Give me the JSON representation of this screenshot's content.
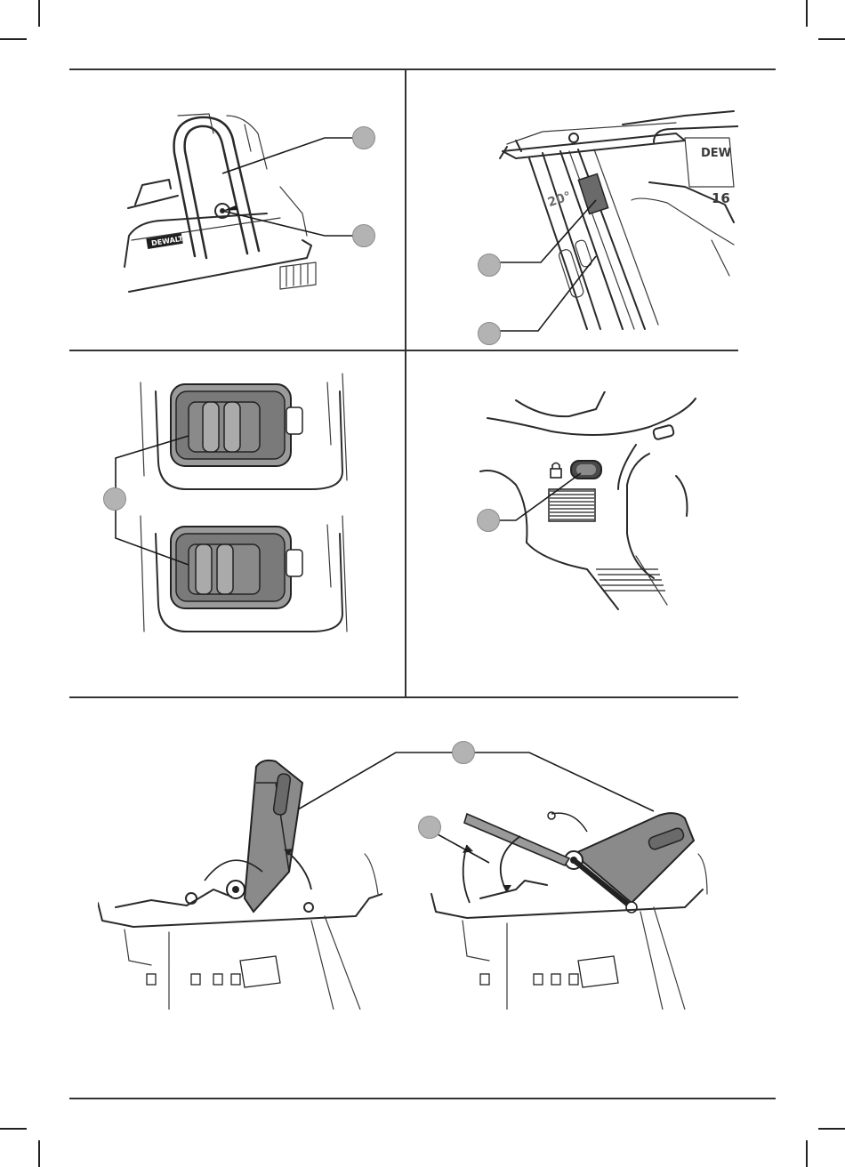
{
  "panels": {
    "belt_hook": {
      "brand_plate": "DEWALT"
    },
    "magazine": {
      "angle_marking": "20°",
      "brand_badge": "DEW",
      "voltage_badge": "16"
    },
    "mode_selector": {},
    "lockout": {},
    "hook_rotation": {}
  },
  "colors": {
    "ink": "#1e1e1e",
    "callout_fill": "#b3b3b3",
    "panel_gray": "#9a9a9a",
    "dark_gray": "#5a5a5a"
  }
}
